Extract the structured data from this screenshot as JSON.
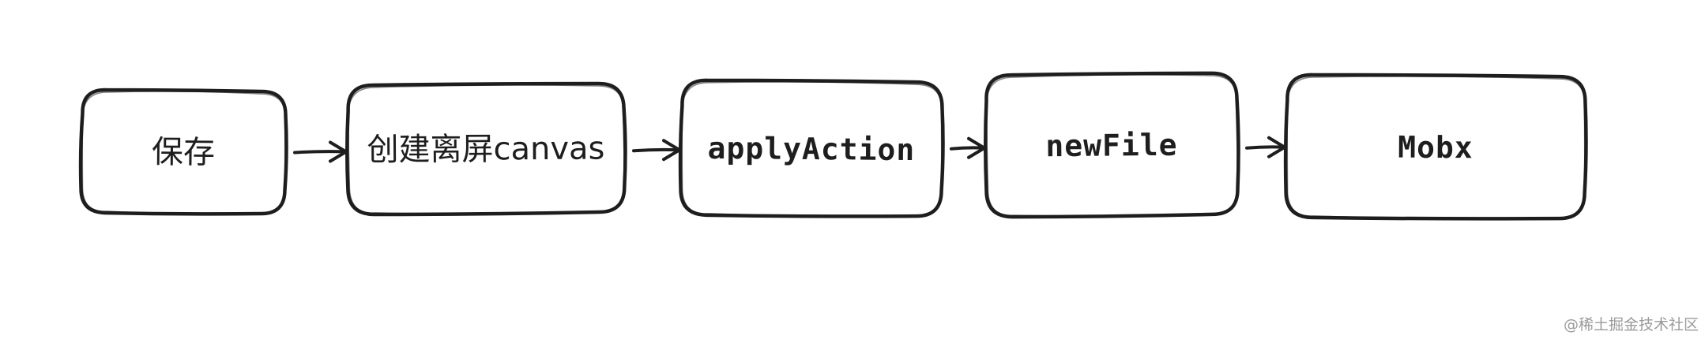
{
  "nodes": [
    {
      "id": "save",
      "label": "保存"
    },
    {
      "id": "create-offscreen-canvas",
      "label": "创建离屏canvas"
    },
    {
      "id": "apply-action",
      "label": "applyAction"
    },
    {
      "id": "new-file",
      "label": "newFile"
    },
    {
      "id": "mobx",
      "label": "Mobx"
    }
  ],
  "edges": [
    {
      "from": "save",
      "to": "create-offscreen-canvas"
    },
    {
      "from": "create-offscreen-canvas",
      "to": "apply-action"
    },
    {
      "from": "apply-action",
      "to": "new-file"
    },
    {
      "from": "new-file",
      "to": "mobx"
    }
  ],
  "watermark": "@稀土掘金技术社区",
  "colors": {
    "stroke": "#1e1e1e",
    "background": "#ffffff",
    "watermark": "#9a9a9a"
  }
}
